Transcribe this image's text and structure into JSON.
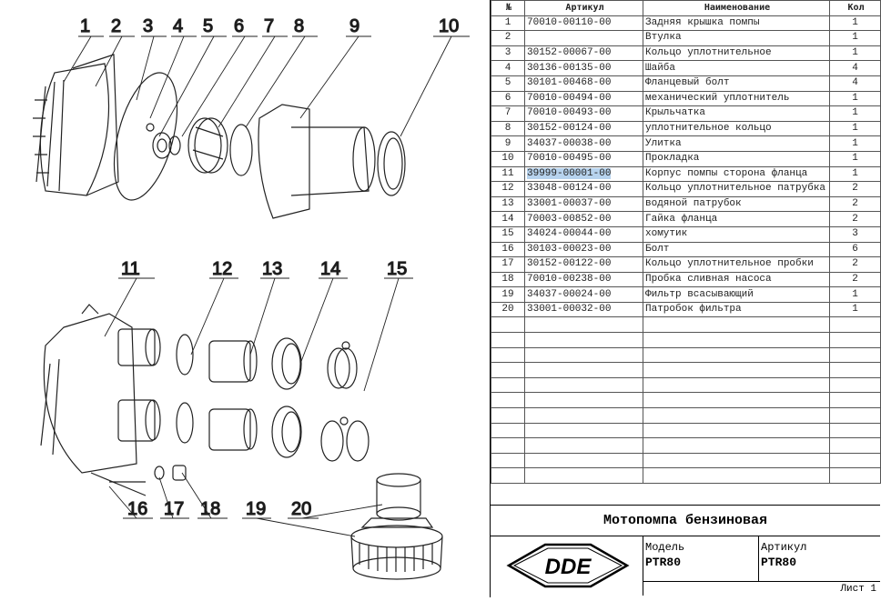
{
  "header": {
    "col_num": "№",
    "col_article": "Артикул",
    "col_name": "Наименование",
    "col_qty": "Кол"
  },
  "rows": [
    {
      "n": "1",
      "article": "70010-00110-00",
      "name": "Задняя крышка помпы",
      "qty": "1"
    },
    {
      "n": "2",
      "article": "",
      "name": "Втулка",
      "qty": "1"
    },
    {
      "n": "3",
      "article": "30152-00067-00",
      "name": "Кольцо уплотнительное",
      "qty": "1"
    },
    {
      "n": "4",
      "article": "30136-00135-00",
      "name": "Шайба",
      "qty": "4"
    },
    {
      "n": "5",
      "article": "30101-00468-00",
      "name": "Фланцевый болт",
      "qty": "4"
    },
    {
      "n": "6",
      "article": "70010-00494-00",
      "name": "механический уплотнитель",
      "qty": "1"
    },
    {
      "n": "7",
      "article": "70010-00493-00",
      "name": "Крыльчатка",
      "qty": "1"
    },
    {
      "n": "8",
      "article": "30152-00124-00",
      "name": "уплотнительное кольцо",
      "qty": "1"
    },
    {
      "n": "9",
      "article": "34037-00038-00",
      "name": "Улитка",
      "qty": "1"
    },
    {
      "n": "10",
      "article": "70010-00495-00",
      "name": "Прокладка",
      "qty": "1"
    },
    {
      "n": "11",
      "article": "39999-00001-00",
      "name": "Корпус помпы сторона фланца",
      "qty": "1"
    },
    {
      "n": "12",
      "article": "33048-00124-00",
      "name": "Кольцо уплотнительное патрубка",
      "qty": "2"
    },
    {
      "n": "13",
      "article": "33001-00037-00",
      "name": "водяной патрубок",
      "qty": "2"
    },
    {
      "n": "14",
      "article": "70003-00852-00",
      "name": "Гайка фланца",
      "qty": "2"
    },
    {
      "n": "15",
      "article": "34024-00044-00",
      "name": "хомутик",
      "qty": "3"
    },
    {
      "n": "16",
      "article": "30103-00023-00",
      "name": "Болт",
      "qty": "6"
    },
    {
      "n": "17",
      "article": "30152-00122-00",
      "name": "Кольцо уплотнительное пробки",
      "qty": "2"
    },
    {
      "n": "18",
      "article": "70010-00238-00",
      "name": "Пробка сливная насоса",
      "qty": "2"
    },
    {
      "n": "19",
      "article": "34037-00024-00",
      "name": "Фильтр всасывающий",
      "qty": "1"
    },
    {
      "n": "20",
      "article": "33001-00032-00",
      "name": "Патробок фильтра",
      "qty": "1"
    }
  ],
  "title_block": {
    "title": "Мотопомпа бензиновая",
    "logo_text": "DDE",
    "model_label": "Модель",
    "model_value": "PTR80",
    "article_label": "Артикул",
    "article_value": "PTR80",
    "sheet": "Лист 1"
  },
  "callouts": [
    "1",
    "2",
    "3",
    "4",
    "5",
    "6",
    "7",
    "8",
    "9",
    "10",
    "11",
    "12",
    "13",
    "14",
    "15",
    "16",
    "17",
    "18",
    "19",
    "20"
  ]
}
